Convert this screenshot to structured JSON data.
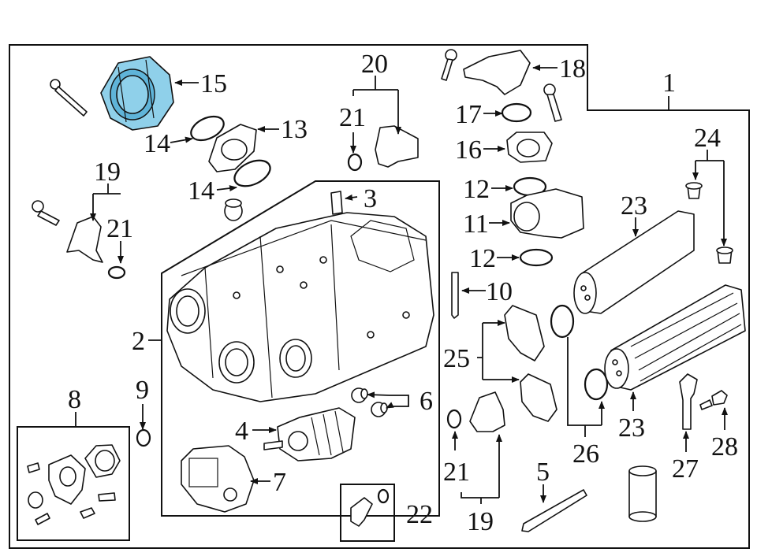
{
  "diagram": {
    "accent_color": "#8fd0ea",
    "line_color": "#111111",
    "callouts": {
      "c1": "1",
      "c2": "2",
      "c3": "3",
      "c4": "4",
      "c5": "5",
      "c6": "6",
      "c7": "7",
      "c8": "8",
      "c9": "9",
      "c10": "10",
      "c11": "11",
      "c12a": "12",
      "c12b": "12",
      "c13": "13",
      "c14a": "14",
      "c14b": "14",
      "c15": "15",
      "c16": "16",
      "c17": "17",
      "c18": "18",
      "c19a": "19",
      "c19b": "19",
      "c20": "20",
      "c21a": "21",
      "c21b": "21",
      "c21c": "21",
      "c22": "22",
      "c23a": "23",
      "c23b": "23",
      "c24": "24",
      "c25": "25",
      "c26": "26",
      "c27": "27",
      "c28": "28"
    },
    "highlighted_part": "15"
  }
}
